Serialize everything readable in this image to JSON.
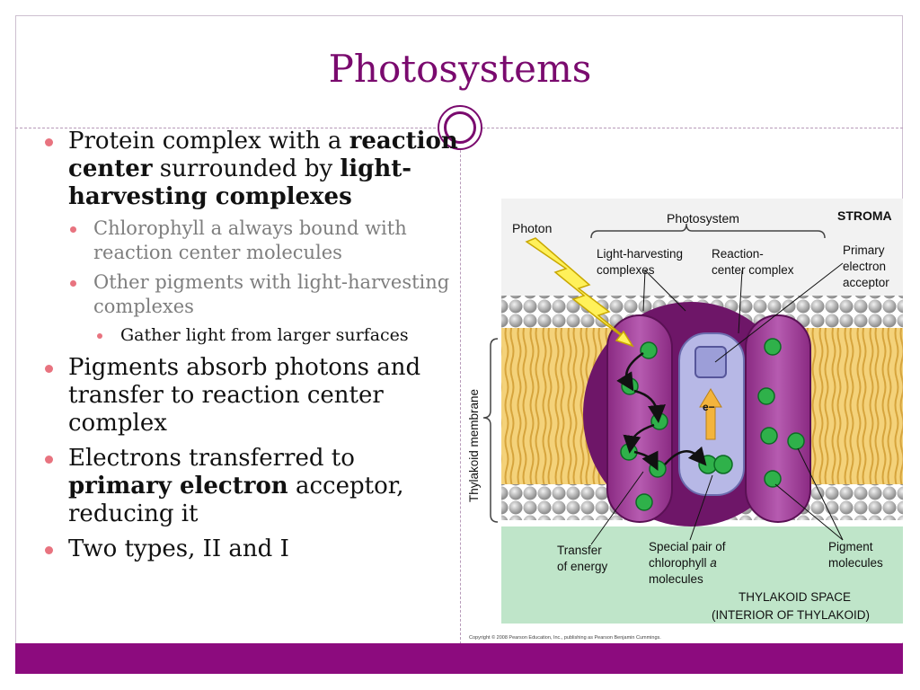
{
  "slide": {
    "title": "Photosystems",
    "colors": {
      "accent": "#7a0a6e",
      "footer": "#8c0b7e",
      "bullet": "#e8737f"
    }
  },
  "bullets": {
    "b1": {
      "text1": "Protein complex with a ",
      "bold1": "reaction center",
      "text2": " surrounded by ",
      "bold2": "light-harvesting complexes",
      "sub1": "Chlorophyll a always bound with reaction center molecules",
      "sub2": "Other pigments with light-harvesting complexes",
      "subsub1": "Gather light from larger surfaces"
    },
    "b2": {
      "text": "Pigments absorb photons and transfer to reaction center complex"
    },
    "b3": {
      "text1": "Electrons transferred to ",
      "bold1": "primary electron",
      "text2": " acceptor, reducing it"
    },
    "b4": {
      "text": "Two types, II and I"
    }
  },
  "figure": {
    "photon": "Photon",
    "photosystem": "Photosystem",
    "stroma": "STROMA",
    "lhc_line1": "Light-harvesting",
    "lhc_line2": "complexes",
    "rcc_line1": "Reaction-",
    "rcc_line2": "center complex",
    "pea_line1": "Primary",
    "pea_line2": "electron",
    "pea_line3": "acceptor",
    "thylakoid_membrane": "Thylakoid membrane",
    "electron": "e−",
    "toe_line1": "Transfer",
    "toe_line2": "of energy",
    "sp_line1": "Special pair of",
    "sp_line2a": "chlorophyll ",
    "sp_line2b": "a",
    "sp_line3": "molecules",
    "pm_line1": "Pigment",
    "pm_line2": "molecules",
    "ts_line1": "THYLAKOID SPACE",
    "ts_line2": "(INTERIOR OF THYLAKOID)",
    "copyright": "Copyright © 2008 Pearson Education, Inc., publishing as Pearson Benjamin Cummings."
  }
}
